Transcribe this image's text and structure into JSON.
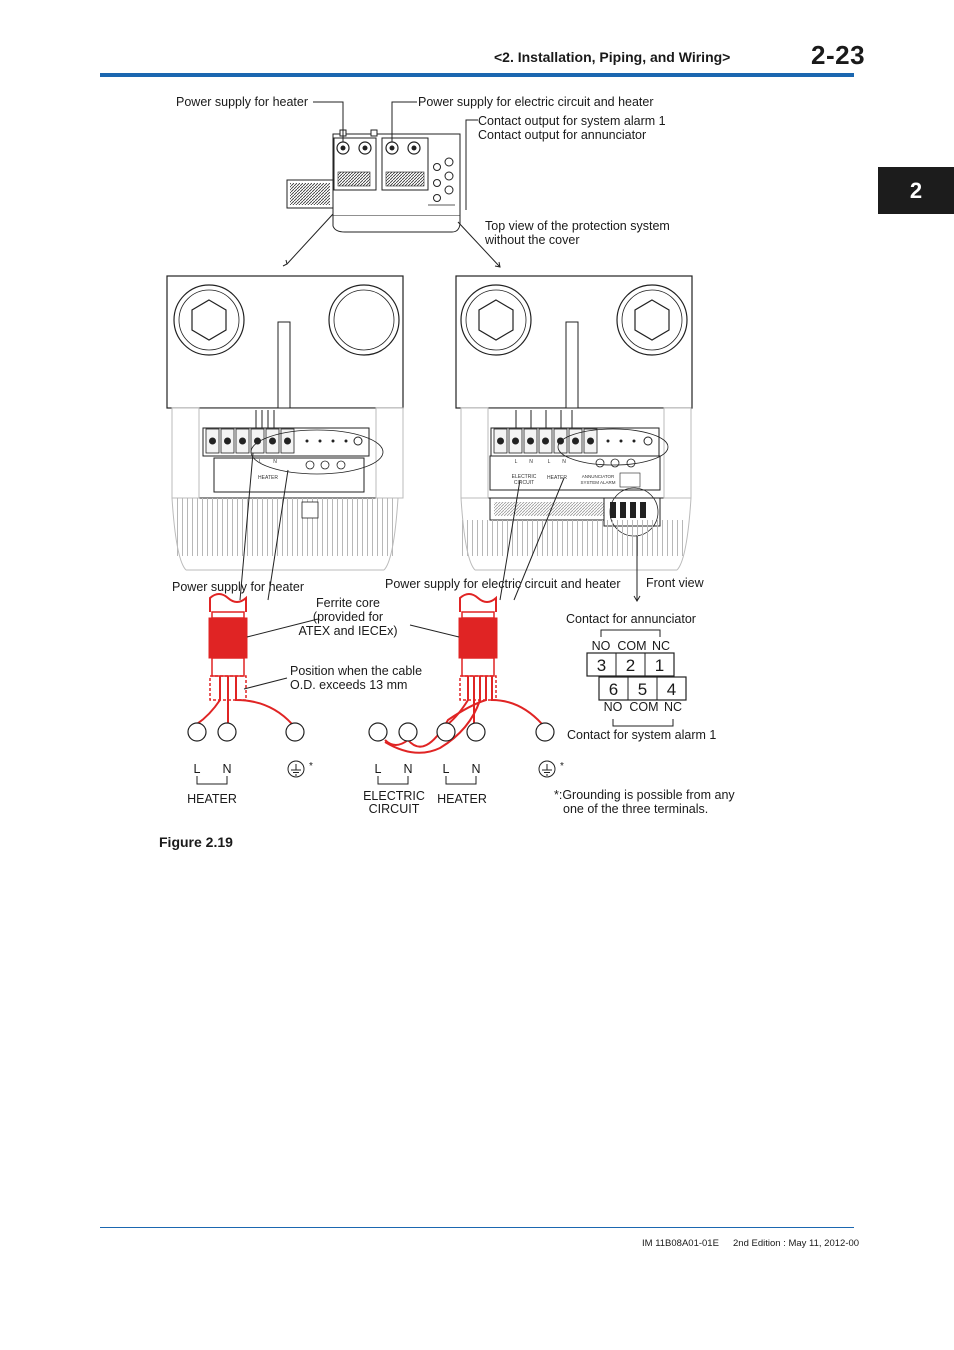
{
  "header": {
    "section_title": "<2. Installation, Piping, and Wiring>",
    "page_number": "2-23",
    "chapter_tab": "2"
  },
  "colors": {
    "accent": "#1b67b0",
    "wire": "#e02424",
    "tab": "#1c1c1c"
  },
  "diagram": {
    "callouts": {
      "power_heater_top": "Power supply for heater",
      "power_circuit_heater_top": "Power supply for electric circuit and heater",
      "contact_alarm1": "Contact output for system alarm 1",
      "contact_annunciator": "Contact output for annunciator",
      "top_view_line1": "Top view of the protection system",
      "top_view_line2": "without the cover",
      "power_heater_bottom": "Power supply for heater",
      "power_circuit_heater_bottom": "Power supply for electric circuit and heater",
      "front_view": "Front view",
      "ferrite_line1": "Ferrite core",
      "ferrite_line2": "(provided for",
      "ferrite_line3": "ATEX and IECEx)",
      "position_line1": "Position when the cable",
      "position_line2": "O.D. exceeds 13 mm",
      "contact_for_annunciator": "Contact for annunciator",
      "contact_for_alarm1": "Contact for system alarm 1",
      "grounding_line1": "*:Grounding is possible from any",
      "grounding_line2": "one of the three terminals."
    },
    "terminal_table": {
      "top_labels": [
        "NO",
        "COM",
        "NC"
      ],
      "top_row": [
        "3",
        "2",
        "1"
      ],
      "bottom_row": [
        "6",
        "5",
        "4"
      ],
      "bottom_labels": [
        "NO",
        "COM",
        "NC"
      ]
    },
    "left_terminals": {
      "l": "L",
      "n": "N",
      "group": "HEATER",
      "star": "*"
    },
    "right_terminals": {
      "l1": "L",
      "n1": "N",
      "l2": "L",
      "n2": "N",
      "group1_line1": "ELECTRIC",
      "group1_line2": "CIRCUIT",
      "group2": "HEATER",
      "star": "*"
    },
    "small_labels": {
      "left_heater": "HEATER",
      "left_l": "L",
      "left_n": "N",
      "right_l1": "L",
      "right_n1": "N",
      "right_l2": "L",
      "right_n2": "N",
      "electric": "ELECTRIC",
      "circuit": "CIRCUIT",
      "heater": "HEATER",
      "annunciator": "ANNUNCIATOR",
      "system_alarm": "SYSTEM ALARM"
    }
  },
  "figure": {
    "label": "Figure 2.19"
  },
  "footer": {
    "doc_id": "IM 11B08A01-01E",
    "edition": "2nd Edition : May 11, 2012-00"
  }
}
